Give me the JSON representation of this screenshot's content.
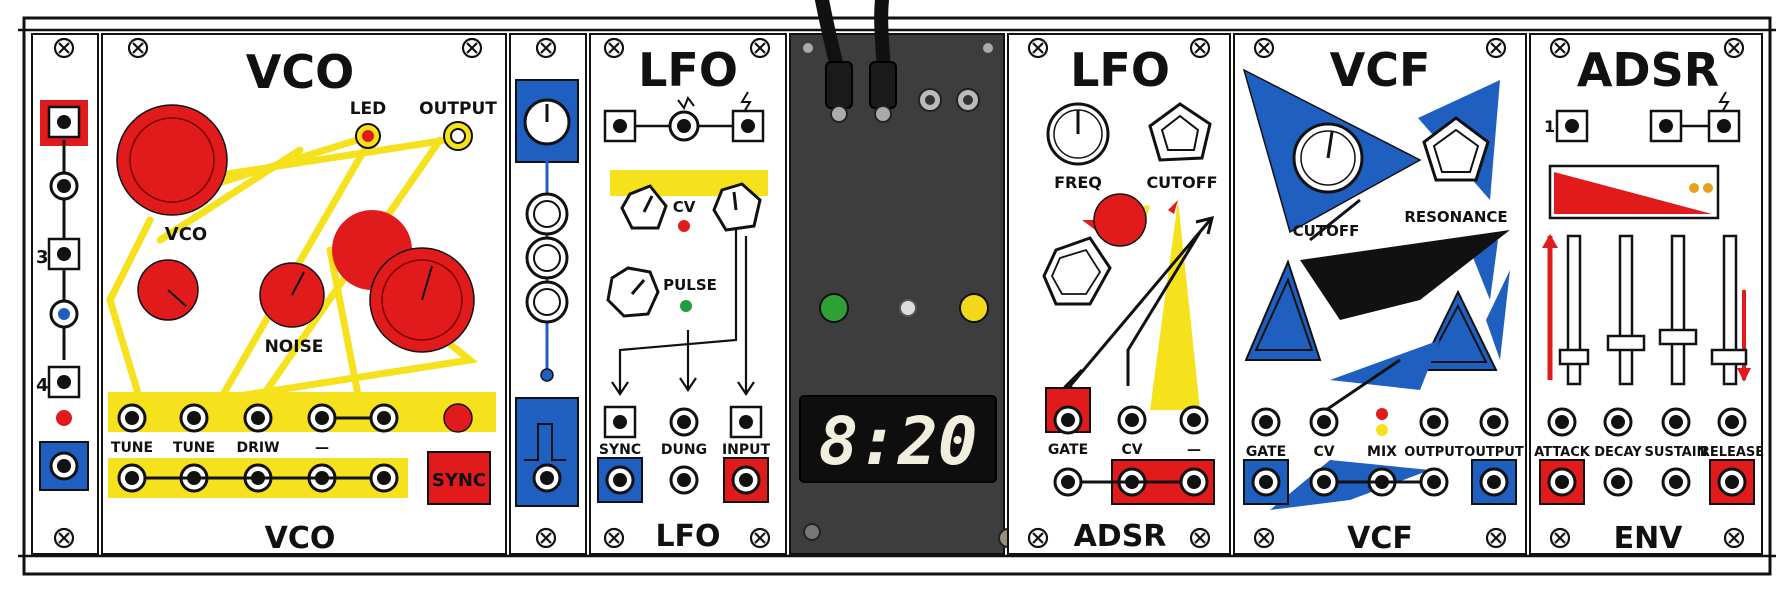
{
  "modules": {
    "vco": {
      "title": "VCO",
      "footer": "VCO",
      "led_label": "LED",
      "output_label": "OUTPUT",
      "knob_label": "VCO",
      "noise_label": "NOISE",
      "jacks": [
        "TUNE",
        "TUNE",
        "DRIW",
        "—"
      ],
      "sync_label": "SYNC"
    },
    "lfo_a": {
      "title": "LFO",
      "footer": "LFO",
      "cv_label": "CV",
      "pulse_label": "PULSE",
      "jacks": [
        "SYNC",
        "DUNG",
        "INPUT"
      ]
    },
    "display": {
      "value": "8:20"
    },
    "lfo_b": {
      "title": "LFO",
      "footer": "ADSR",
      "freq_label": "FREQ",
      "cutoff_label": "CUTOFF",
      "jacks": [
        "GATE",
        "CV",
        "—"
      ]
    },
    "vcf": {
      "title": "VCF",
      "footer": "VCF",
      "cutoff_label": "CUTOFF",
      "resonance_label": "RESONANCE",
      "jacks": [
        "GATE",
        "CV",
        "MIX",
        "OUTPUT",
        "OUTPUT"
      ]
    },
    "adsr": {
      "title": "ADSR",
      "footer": "ENV",
      "jack1_label": "1",
      "jacks": [
        "ATTACK",
        "DECAY",
        "SUSTAIN",
        "RELEASE"
      ]
    },
    "left_strip": {
      "label3": "3",
      "label4": "4"
    }
  },
  "colors": {
    "red": "#e11b1b",
    "yellow": "#f6e21c",
    "blue": "#1f5fbf",
    "panel": "#ffffff",
    "dark": "#3a3a3a",
    "ink": "#111111"
  },
  "icons": [
    "screw-icon",
    "jack-icon",
    "knob-icon",
    "slider-icon",
    "led-icon",
    "lightning-icon",
    "wave-icon"
  ]
}
